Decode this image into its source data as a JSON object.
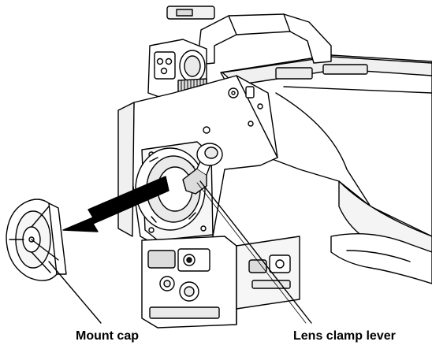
{
  "labels": {
    "mount_cap": "Mount cap",
    "lens_clamp_lever": "Lens clamp lever"
  },
  "colors": {
    "line": "#000000",
    "fill": "#ffffff",
    "shade": "#dcdcdc",
    "dark": "#1a1a1a",
    "arrow": "#000000"
  },
  "icons": [
    "camera-illustration",
    "mount-cap-illustration",
    "removal-arrow"
  ]
}
